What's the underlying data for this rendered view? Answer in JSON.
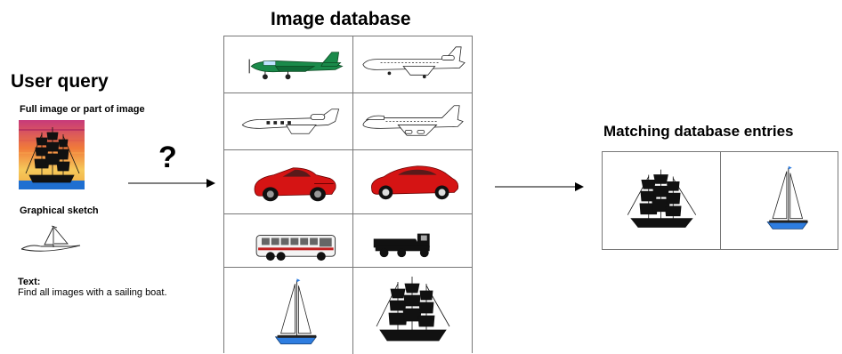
{
  "headings": {
    "user_query": "User query",
    "image_database": "Image database",
    "matching_entries": "Matching database entries"
  },
  "query": {
    "full_image_label": "Full image or part of image",
    "sketch_label": "Graphical sketch",
    "text_label": "Text:",
    "text_value": "Find all images with a sailing boat.",
    "question_mark": "?"
  },
  "database": {
    "rows": [
      {
        "left": "green-propeller-plane",
        "right": "white-jet-airliner"
      },
      {
        "left": "white-business-jet",
        "right": "white-jumbo-jet"
      },
      {
        "left": "red-sports-car",
        "right": "red-classic-coupe"
      },
      {
        "left": "bus",
        "right": "black-truck"
      },
      {
        "left": "sailboat",
        "right": "tall-ship"
      }
    ]
  },
  "matches": [
    "tall-ship",
    "sailboat"
  ],
  "colors": {
    "sunset_top": "#f2b54a",
    "sunset_bottom": "#c73a7a",
    "sea": "#1f6fd1",
    "plane_green": "#1a8a4a",
    "car_red": "#d51414",
    "hull_blue": "#2e7de0"
  }
}
